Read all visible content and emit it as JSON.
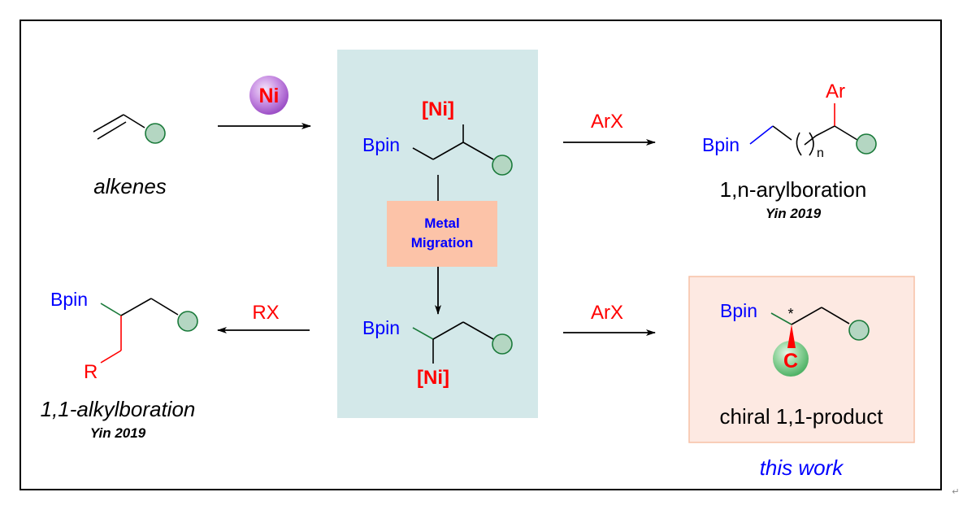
{
  "colors": {
    "center_panel_bg": "#d3e8e9",
    "migration_box_bg": "#fcc3a8",
    "product_box_bg": "#fde9e2",
    "product_box_border": "#f7c1a6",
    "substituent_fill": "#b4d6c2",
    "substituent_stroke": "#1a7a3a",
    "bpin": "#0000ff",
    "reagent": "#ff0000",
    "this_work": "#0000ff",
    "ni_sphere": "#b86bd9"
  },
  "start": {
    "caption": "alkenes",
    "substituent_icon": "green-circle-icon"
  },
  "catalyst": {
    "label": "Ni",
    "icon": "purple-sphere-icon"
  },
  "intermediate_top": {
    "bpin": "Bpin",
    "metal": "[Ni]"
  },
  "migration": {
    "line1": "Metal",
    "line2": "Migration"
  },
  "intermediate_bottom": {
    "bpin": "Bpin",
    "metal": "[Ni]"
  },
  "path_top_right": {
    "reagent": "ArX",
    "product_bpin": "Bpin",
    "product_ar": "Ar",
    "chain_index": "n",
    "caption": "1,n-arylboration",
    "reference": "Yin 2019"
  },
  "path_bottom_left": {
    "reagent": "RX",
    "product_bpin": "Bpin",
    "product_r": "R",
    "caption": "1,1-alkylboration",
    "reference": "Yin 2019"
  },
  "path_bottom_right": {
    "reagent": "ArX",
    "product_bpin": "Bpin",
    "stereo_mark": "*",
    "carbon_label": "C",
    "caption": "chiral 1,1-product",
    "highlight": "this work"
  },
  "corner_mark": "↵"
}
